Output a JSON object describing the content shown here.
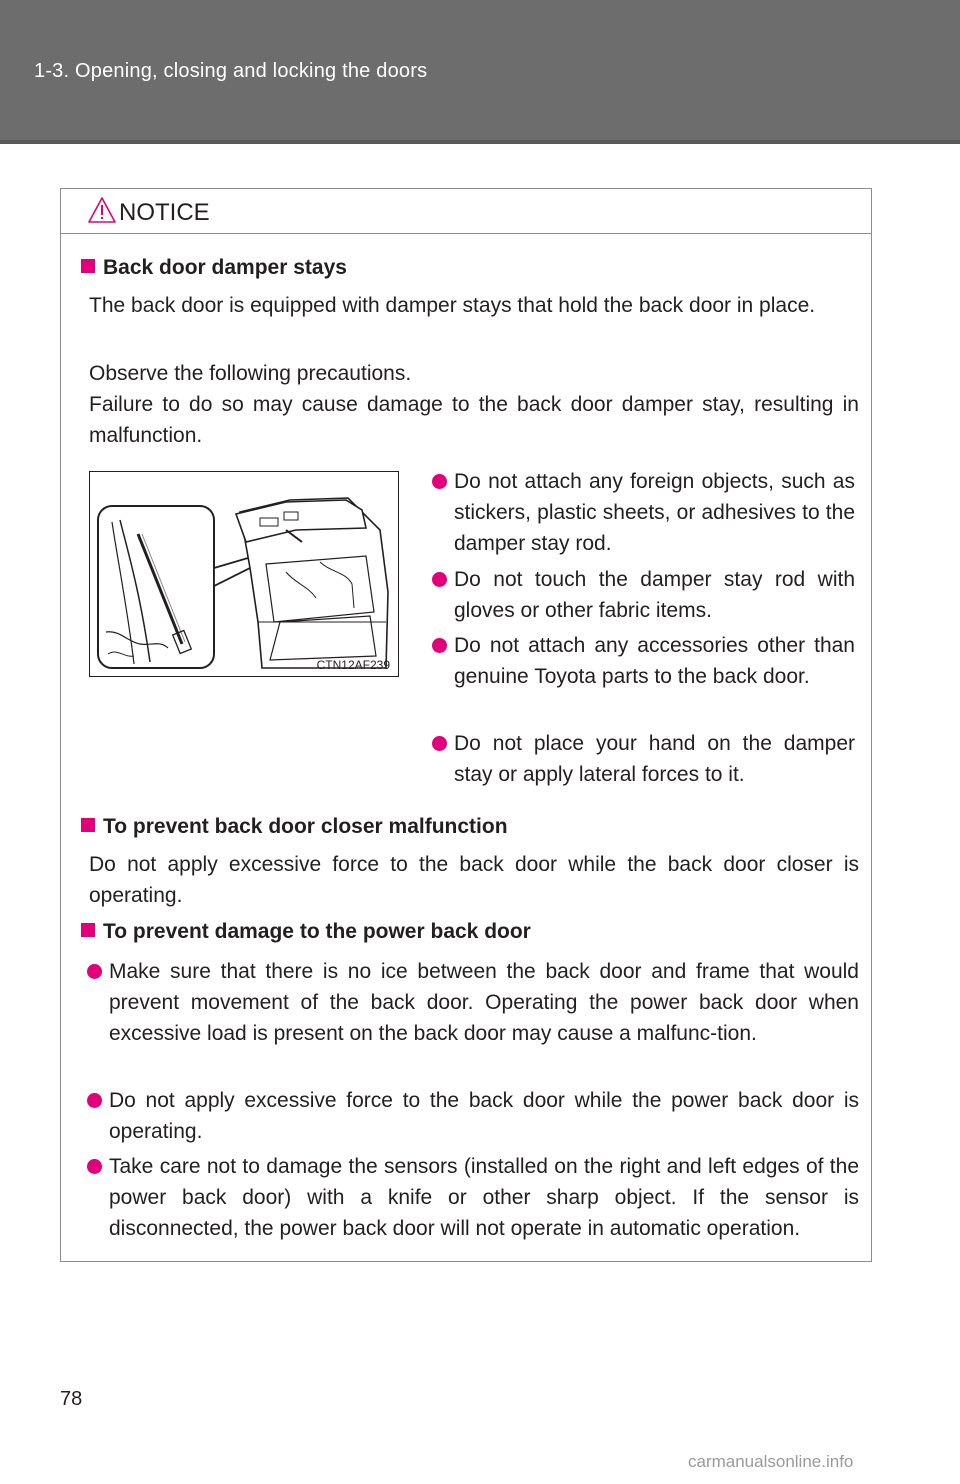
{
  "header": {
    "section": "1-3. Opening, closing and locking the doors"
  },
  "notice": {
    "title": "NOTICE",
    "sections": [
      {
        "heading": "Back door damper stays",
        "paragraphs": [
          "The back door is equipped with damper stays that hold the back door in place.",
          "Observe the following precautions.",
          "Failure to do so may cause damage to the back door damper stay, resulting in malfunction."
        ],
        "bullets": [
          "Do not attach any foreign objects, such as stickers, plastic sheets, or adhesives to the damper stay rod.",
          "Do not touch the damper stay rod with gloves or other fabric items.",
          "Do not attach any accessories other than genuine Toyota parts to the back door.",
          "Do not place your hand on the damper stay or apply lateral forces to it."
        ],
        "illustration_code": "CTN12AF239"
      },
      {
        "heading": "To prevent back door closer malfunction",
        "paragraphs": [
          "Do not apply excessive force to the back door while the back door closer is operating."
        ]
      },
      {
        "heading": "To prevent damage to the power back door",
        "bullets": [
          "Make sure that there is no ice between the back door and frame that would prevent movement of the back door. Operating the power back door when excessive load is present on the back door may cause a malfunc-tion.",
          "Do not apply excessive force to the back door while the power back door is operating.",
          "Take care not to damage the sensors (installed on the right and left edges of the power back door) with a knife or other sharp object. If the sensor is disconnected, the power back door will not operate in automatic operation."
        ]
      }
    ]
  },
  "page_number": "78",
  "watermark": "carmanualsonline.info",
  "colors": {
    "accent": "#e2007a",
    "header_bg": "#6d6d6d"
  }
}
